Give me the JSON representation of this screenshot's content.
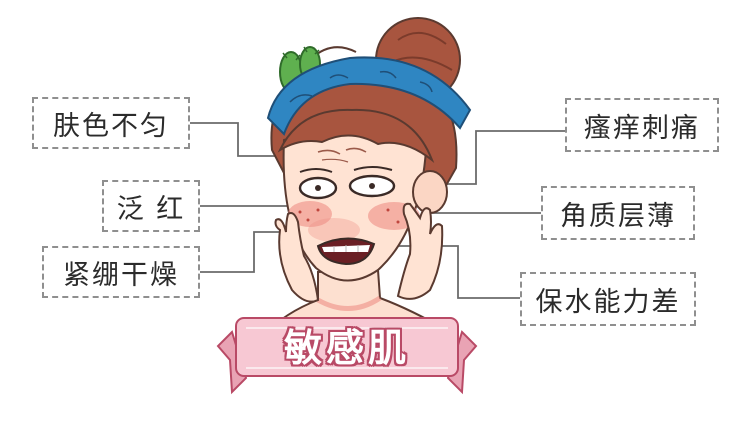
{
  "labels": {
    "uneven_skin_tone": "肤色不匀",
    "redness": "泛 红",
    "tight_dry": "紧绷干燥",
    "itching_stinging": "瘙痒刺痛",
    "thin_stratum_corneum": "角质层薄",
    "poor_water_retention": "保水能力差"
  },
  "banner": {
    "title": "敏感肌"
  },
  "colors": {
    "hair": "#a8553f",
    "headband": "#2f86c2",
    "skin": "#ffe3d3",
    "blush": "#ef8e86",
    "banner_fill": "#f7c8d3",
    "banner_edge": "#b94a66",
    "cactus": "#5fb04f"
  }
}
